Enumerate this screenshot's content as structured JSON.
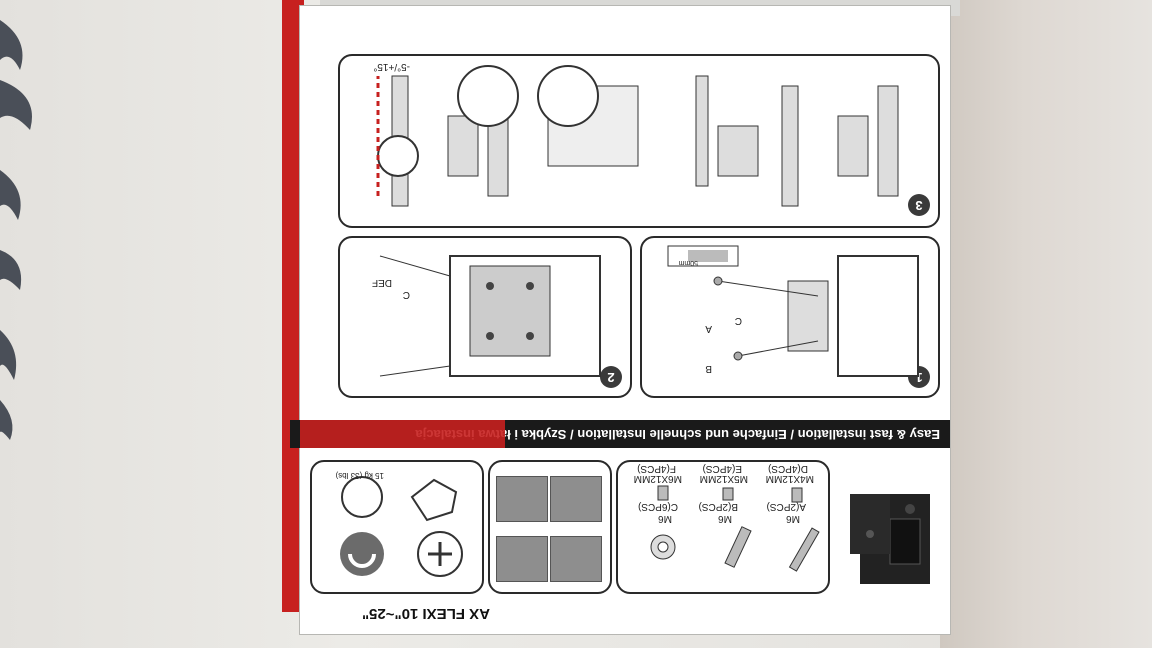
{
  "product": {
    "title": "AX FLEXI 10\"~25\""
  },
  "banner": {
    "text_en": "Easy & fast installation",
    "sep1": "/",
    "text_de": "Einfache und schnelle Installation",
    "sep2": "/",
    "text_pl": "Szybka i łatwa instalacja"
  },
  "steps": [
    {
      "number": "1"
    },
    {
      "number": "2"
    },
    {
      "number": "3"
    }
  ],
  "step1_labels": {
    "a": "A",
    "b": "B",
    "c": "C",
    "depth": "50mm"
  },
  "step2_labels": {
    "c": "C",
    "def": "DEF"
  },
  "step3_labels": {
    "angle": "-5°/+15°"
  },
  "hardware": [
    {
      "code": "A(2PCS)",
      "size": "M6"
    },
    {
      "code": "B(2PCS)",
      "size": "M6"
    },
    {
      "code": "C(6PCS)",
      "size": "M6"
    },
    {
      "code": "D(4PCS)",
      "size": "M4X12MM"
    },
    {
      "code": "E(4PCS)",
      "size": "M5X12MM"
    },
    {
      "code": "F(4PCS)",
      "size": "M6X12MM"
    }
  ],
  "specs": {
    "max_load": "15 kg (33 lbs)"
  },
  "colors": {
    "accent_red": "#c7201f",
    "banner_black": "#1a1a1a",
    "line": "#2a2a2a"
  }
}
